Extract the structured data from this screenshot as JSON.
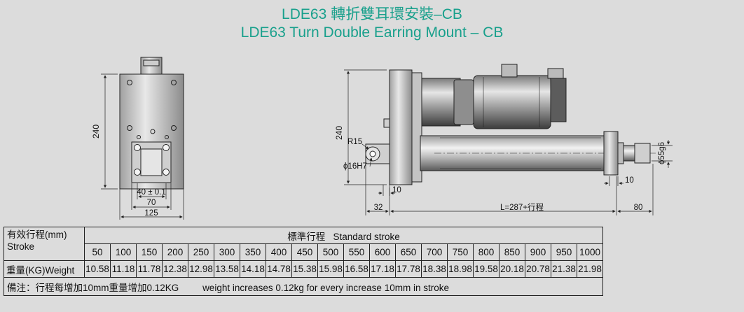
{
  "title": {
    "zh": "LDE63 轉折雙耳環安裝–CB",
    "en": "LDE63 Turn Double Earring Mount – CB"
  },
  "drawing": {
    "front_view": {
      "height_dim": "240",
      "pitch_dim": "40 ± 0.1",
      "inner_width_dim": "70",
      "outer_width_dim": "125"
    },
    "side_view": {
      "height_dim": "240",
      "radius_label": "R15",
      "bore_label": "ϕ16H7",
      "rod_dia_label": "ϕ55g6",
      "left_offset_dim": "10",
      "right_offset_dim": "10",
      "rear_dim": "32",
      "length_dim": "L=287+行程",
      "front_dim": "80"
    }
  },
  "table": {
    "header_zh": "有效行程(mm)",
    "header_en": "Stroke",
    "standard_label": "標準行程   Standard stroke",
    "weight_label": "重量(KG)Weight",
    "strokes": [
      "50",
      "100",
      "150",
      "200",
      "250",
      "300",
      "350",
      "400",
      "450",
      "500",
      "550",
      "600",
      "650",
      "700",
      "750",
      "800",
      "850",
      "900",
      "950",
      "1000"
    ],
    "weights": [
      "10.58",
      "11.18",
      "11.78",
      "12.38",
      "12.98",
      "13.58",
      "14.18",
      "14.78",
      "15.38",
      "15.98",
      "16.58",
      "17.18",
      "17.78",
      "18.38",
      "18.98",
      "19.58",
      "20.18",
      "20.78",
      "21.38",
      "21.98"
    ],
    "note_zh": "備注：行程每增加10mm重量增加0.12KG",
    "note_en": "weight increases 0.12kg for every increase 10mm in stroke"
  },
  "colors": {
    "title": "#19a08c",
    "background": "#dcdcdc"
  }
}
